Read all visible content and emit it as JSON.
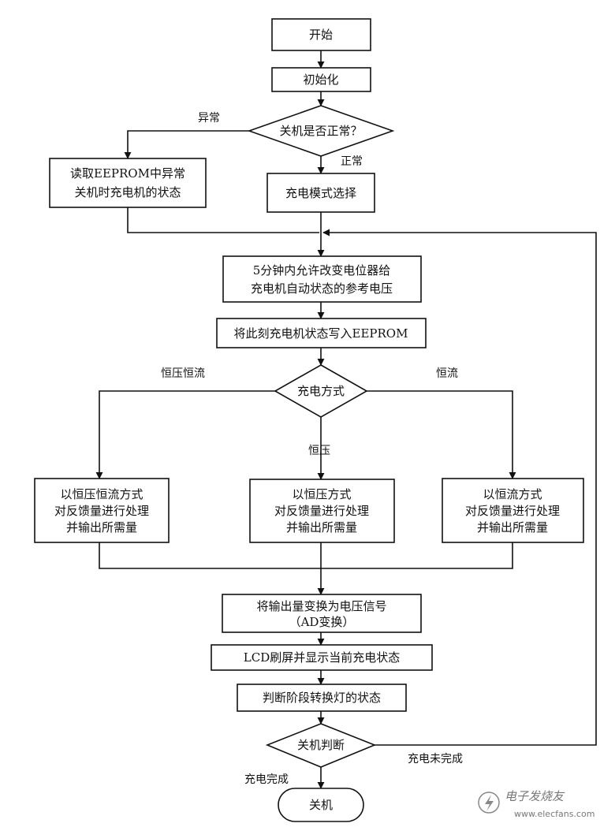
{
  "nodes": {
    "start": "开始",
    "init": "初始化",
    "check_shutdown": "关机是否正常？",
    "read_eeprom": [
      "读取EEPROM中异常",
      "关机时充电机的状态"
    ],
    "mode_select": "充电模式选择",
    "adjust_pot": [
      "5分钟内允许改变电位器给",
      "充电机自动状态的参考电压"
    ],
    "write_eeprom": "将此刻充电机状态写入EEPROM",
    "charge_method": "充电方式",
    "cvcc_process": [
      "以恒压恒流方式",
      "对反馈量进行处理",
      "并输出所需量"
    ],
    "cv_process": [
      "以恒压方式",
      "对反馈量进行处理",
      "并输出所需量"
    ],
    "cc_process": [
      "以恒流方式",
      "对反馈量进行处理",
      "并输出所需量"
    ],
    "ad_convert": [
      "将输出量变换为电压信号",
      "（AD变换）"
    ],
    "lcd_refresh": "LCD刷屏并显示当前充电状态",
    "stage_lamp": "判断阶段转换灯的状态",
    "shutdown_judge": "关机判断",
    "shutdown": "关机"
  },
  "edge_labels": {
    "abnormal": "异常",
    "normal": "正常",
    "cvcc": "恒压恒流",
    "cv": "恒压",
    "cc": "恒流",
    "not_complete": "充电未完成",
    "complete": "充电完成"
  },
  "watermark": {
    "site_name": "电子发烧友",
    "site_url": "www.elecfans.com"
  }
}
